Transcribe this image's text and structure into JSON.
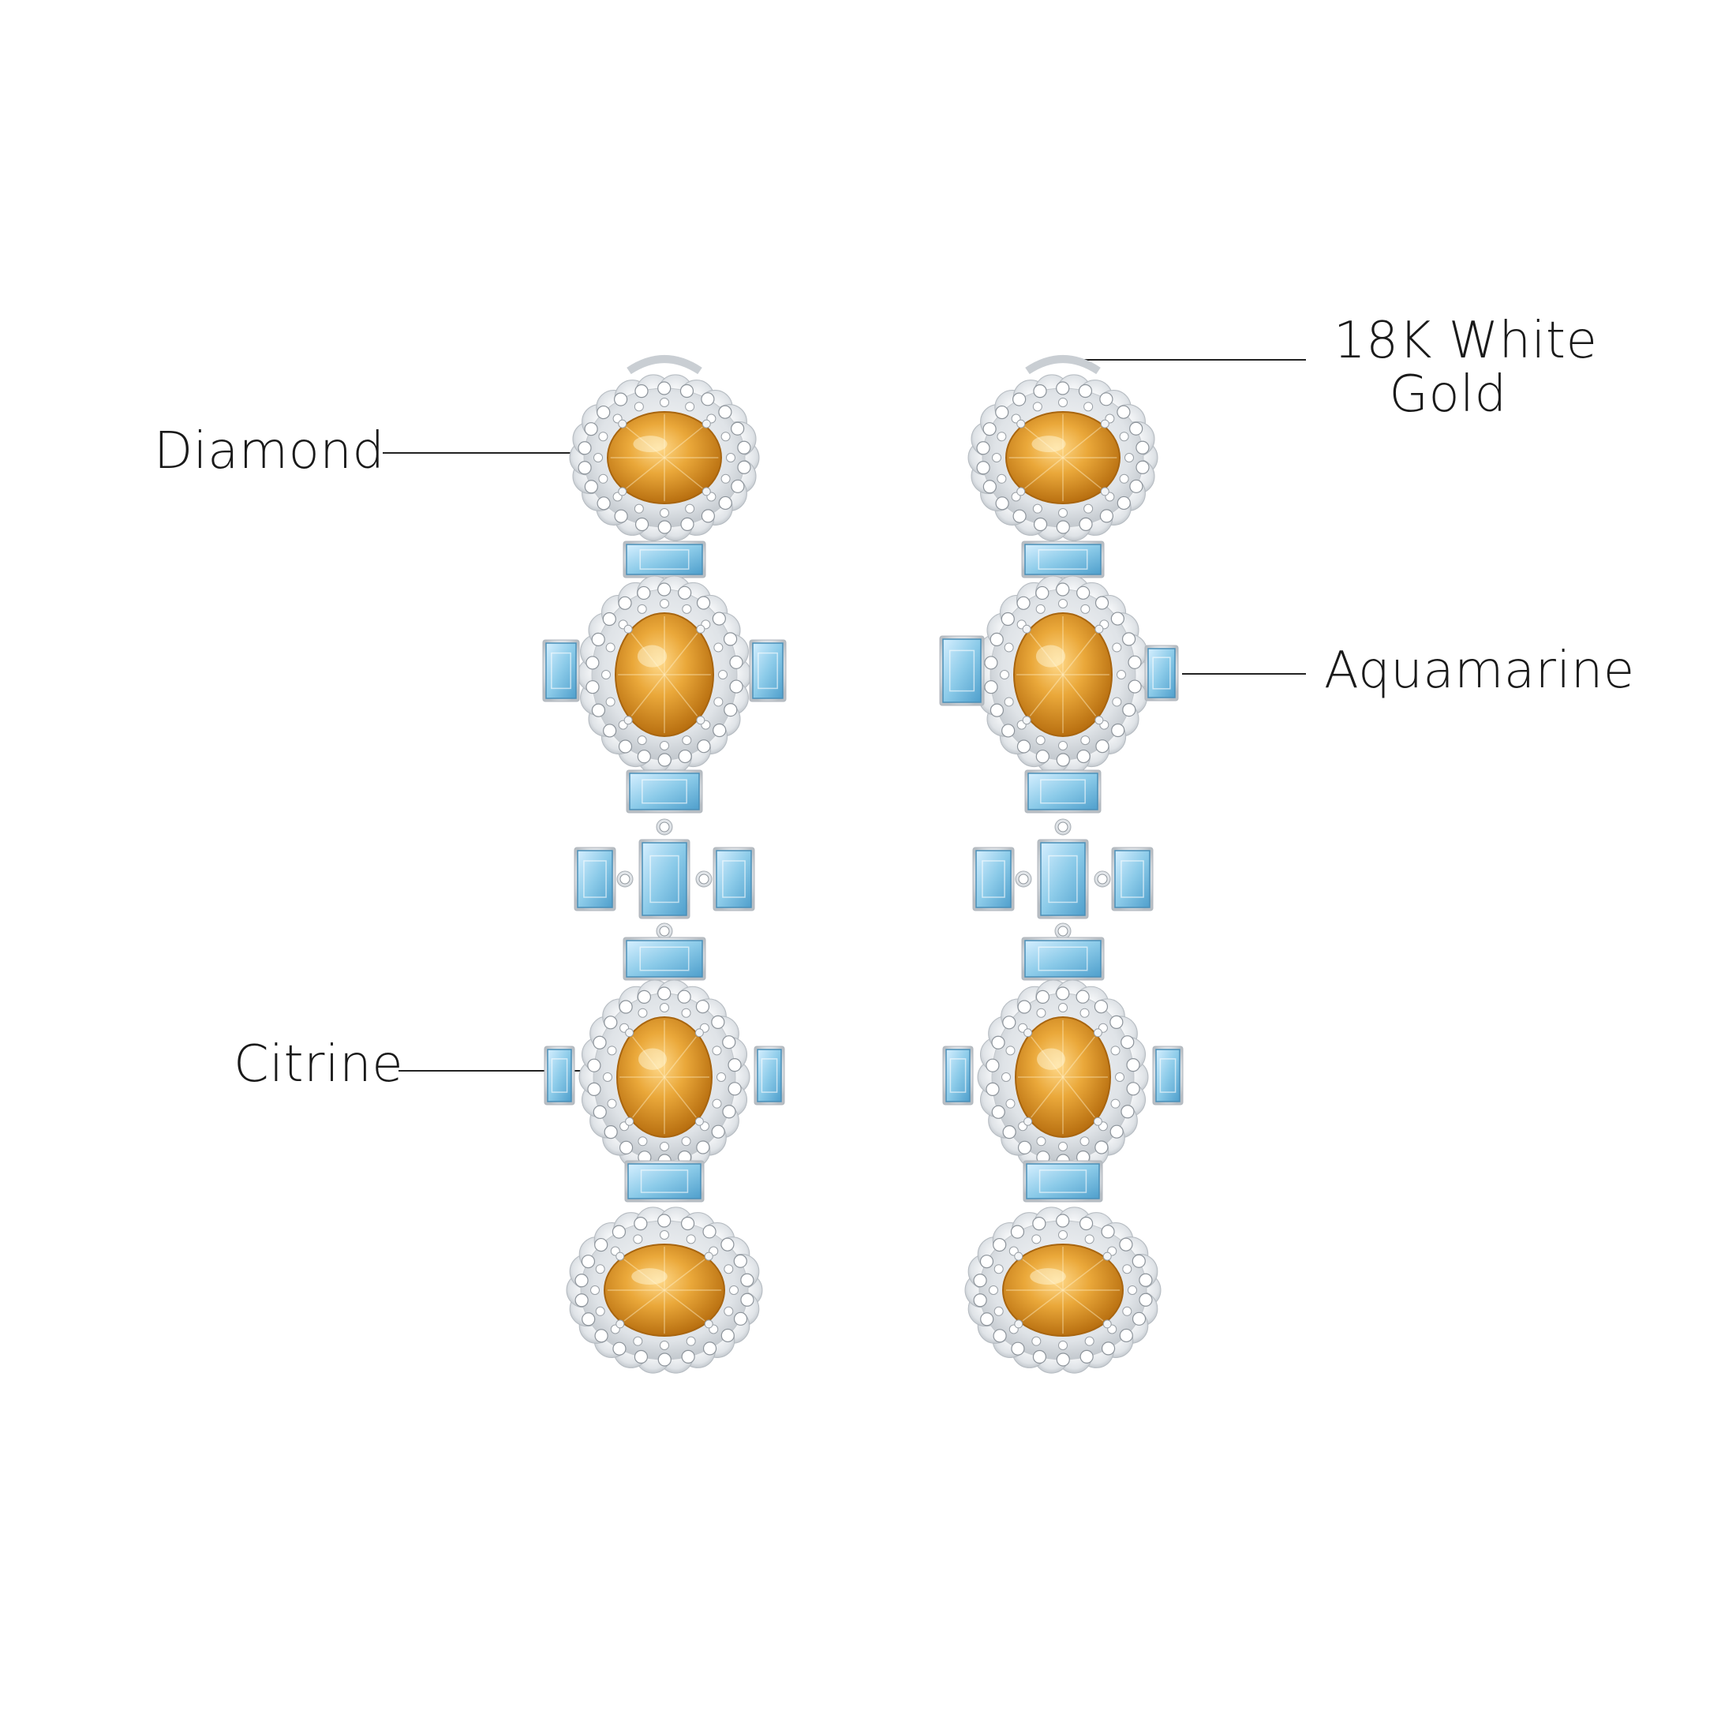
{
  "labels": {
    "diamond": "Diamond",
    "citrine": "Citrine",
    "aquamarine": "Aquamarine",
    "gold_line1": "18K White",
    "gold_line2": "Gold"
  },
  "colors": {
    "background": "#ffffff",
    "citrine": "#e8a531",
    "aquamarine": "#8fcbe8",
    "metal": "#e6e9ec",
    "text": "#1a1a1a"
  }
}
